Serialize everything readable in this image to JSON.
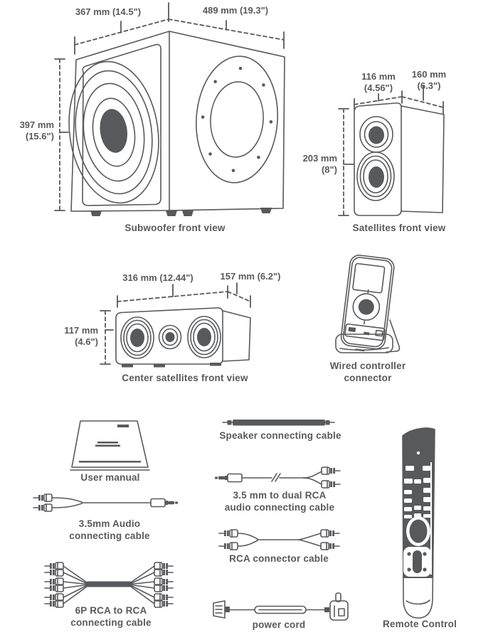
{
  "colors": {
    "ink": "#58595b",
    "bg": "#ffffff"
  },
  "subwoofer": {
    "caption": "Subwoofer front view",
    "width_left": "367 mm (14.5\")",
    "width_right": "489 mm (19.3\")",
    "height_line1": "397 mm",
    "height_line2": "(15.6\")"
  },
  "satellite": {
    "caption": "Satellites front view",
    "front_width_line1": "116 mm",
    "front_width_line2": "(4.56\")",
    "side_depth_line1": "160 mm",
    "side_depth_line2": "(6.3\")",
    "height_line1": "203 mm",
    "height_line2": "(8\")"
  },
  "center_speaker": {
    "caption": "Center satellites front view",
    "width": "316 mm (12.44\")",
    "depth": "157 mm (6.2\")",
    "height_line1": "117 mm",
    "height_line2": "(4.6\")"
  },
  "controller": {
    "caption_line1": "Wired controller",
    "caption_line2": "connector"
  },
  "accessories": {
    "user_manual": "User manual",
    "speaker_cable": "Speaker connecting cable",
    "audio_cable_line1": "3.5mm Audio",
    "audio_cable_line2": "connecting cable",
    "dual_rca_line1": "3.5 mm to dual RCA",
    "dual_rca_line2": "audio connecting cable",
    "rca_cable": "RCA connector cable",
    "sixp_line1": "6P RCA to RCA",
    "sixp_line2": "connecting cable",
    "power_cord": "power cord",
    "remote": "Remote Control"
  }
}
